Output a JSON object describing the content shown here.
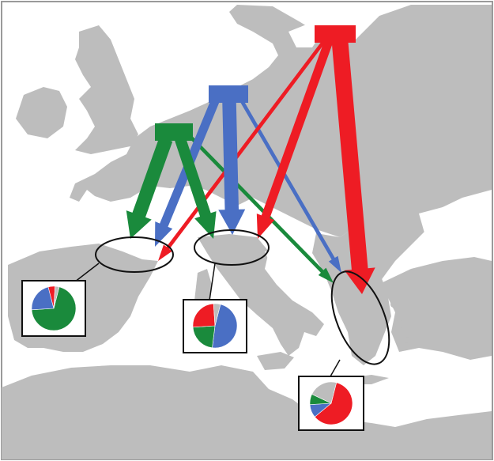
{
  "colors": {
    "sea": "#ffffff",
    "land": "#bdbdbd",
    "frame": "#9a9a9a",
    "green": "#1a8a3c",
    "blue": "#4a6fc4",
    "red": "#ee1c24",
    "region_outline": "#111111"
  },
  "sources": [
    {
      "name": "green-source",
      "color_key": "green"
    },
    {
      "name": "blue-source",
      "color_key": "blue"
    },
    {
      "name": "red-source",
      "color_key": "red"
    }
  ],
  "regions": [
    {
      "name": "iberia",
      "pie": [
        {
          "color_key": "green",
          "value": 0.7
        },
        {
          "color_key": "blue",
          "value": 0.22
        },
        {
          "color_key": "red",
          "value": 0.05
        },
        {
          "color_key": "land",
          "value": 0.03
        }
      ]
    },
    {
      "name": "italy",
      "pie": [
        {
          "color_key": "blue",
          "value": 0.48
        },
        {
          "color_key": "green",
          "value": 0.22
        },
        {
          "color_key": "red",
          "value": 0.25
        },
        {
          "color_key": "land",
          "value": 0.05
        }
      ]
    },
    {
      "name": "greece",
      "pie": [
        {
          "color_key": "red",
          "value": 0.6
        },
        {
          "color_key": "blue",
          "value": 0.1
        },
        {
          "color_key": "green",
          "value": 0.08
        },
        {
          "color_key": "land",
          "value": 0.22
        }
      ]
    }
  ],
  "flows": [
    {
      "name": "green-to-iberia",
      "color_key": "green",
      "weight": 5
    },
    {
      "name": "green-to-italy",
      "color_key": "green",
      "weight": 4
    },
    {
      "name": "green-to-greece",
      "color_key": "green",
      "weight": 1
    },
    {
      "name": "blue-to-iberia",
      "color_key": "blue",
      "weight": 3
    },
    {
      "name": "blue-to-italy",
      "color_key": "blue",
      "weight": 5
    },
    {
      "name": "blue-to-greece",
      "color_key": "blue",
      "weight": 1
    },
    {
      "name": "red-to-iberia",
      "color_key": "red",
      "weight": 1
    },
    {
      "name": "red-to-italy",
      "color_key": "red",
      "weight": 3
    },
    {
      "name": "red-to-greece",
      "color_key": "red",
      "weight": 6
    }
  ]
}
